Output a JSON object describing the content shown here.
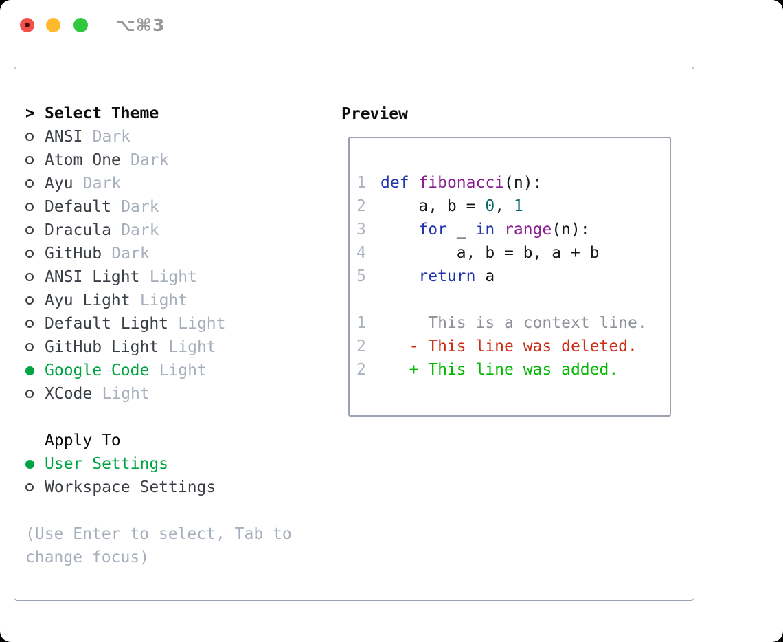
{
  "titlebar": {
    "shortcut": "⌥⌘3"
  },
  "theme_list": {
    "cursor": ">",
    "header": "Select Theme",
    "items": [
      {
        "name": "ANSI",
        "variant": "Dark",
        "selected": false
      },
      {
        "name": "Atom One",
        "variant": "Dark",
        "selected": false
      },
      {
        "name": "Ayu",
        "variant": "Dark",
        "selected": false
      },
      {
        "name": "Default",
        "variant": "Dark",
        "selected": false
      },
      {
        "name": "Dracula",
        "variant": "Dark",
        "selected": false
      },
      {
        "name": "GitHub",
        "variant": "Dark",
        "selected": false
      },
      {
        "name": "ANSI Light",
        "variant": "Light",
        "selected": false
      },
      {
        "name": "Ayu Light",
        "variant": "Light",
        "selected": false
      },
      {
        "name": "Default Light",
        "variant": "Light",
        "selected": false
      },
      {
        "name": "GitHub Light",
        "variant": "Light",
        "selected": false
      },
      {
        "name": "Google Code",
        "variant": "Light",
        "selected": true
      },
      {
        "name": "XCode",
        "variant": "Light",
        "selected": false
      }
    ]
  },
  "apply_to": {
    "label": "Apply To",
    "options": [
      {
        "name": "User Settings",
        "selected": true
      },
      {
        "name": "Workspace Settings",
        "selected": false
      }
    ]
  },
  "hint": {
    "lines": [
      "(Use Enter to select, Tab to",
      "change focus)"
    ]
  },
  "preview": {
    "header": "Preview",
    "lines": [
      {
        "num": "1",
        "segs": [
          {
            "t": "def",
            "c": "kw"
          },
          {
            "t": " ",
            "c": "plain"
          },
          {
            "t": "fibonacci",
            "c": "fn"
          },
          {
            "t": "(n):",
            "c": "plain"
          }
        ]
      },
      {
        "num": "2",
        "segs": [
          {
            "t": "    a, b = ",
            "c": "plain"
          },
          {
            "t": "0",
            "c": "lit"
          },
          {
            "t": ", ",
            "c": "plain"
          },
          {
            "t": "1",
            "c": "lit"
          }
        ]
      },
      {
        "num": "3",
        "segs": [
          {
            "t": "    ",
            "c": "plain"
          },
          {
            "t": "for",
            "c": "kw"
          },
          {
            "t": " _ ",
            "c": "plain"
          },
          {
            "t": "in",
            "c": "kw"
          },
          {
            "t": " ",
            "c": "plain"
          },
          {
            "t": "range",
            "c": "fn"
          },
          {
            "t": "(n):",
            "c": "plain"
          }
        ]
      },
      {
        "num": "4",
        "segs": [
          {
            "t": "        a, b = b, a + b",
            "c": "plain"
          }
        ]
      },
      {
        "num": "5",
        "segs": [
          {
            "t": "    ",
            "c": "plain"
          },
          {
            "t": "return",
            "c": "kw"
          },
          {
            "t": " a",
            "c": "plain"
          }
        ]
      },
      {
        "num": "",
        "segs": []
      },
      {
        "num": "1",
        "segs": [
          {
            "t": "     This is a context line.",
            "c": "ctx"
          }
        ]
      },
      {
        "num": "2",
        "segs": [
          {
            "t": "   - This line was deleted.",
            "c": "del"
          }
        ]
      },
      {
        "num": "2",
        "segs": [
          {
            "t": "   + This line was added.",
            "c": "add"
          }
        ]
      }
    ]
  },
  "colors": {
    "accent-green": "#00a341",
    "add-green": "#00b800",
    "del-red": "#cc2d17",
    "kw": "#2133ad",
    "fn": "#8b1f8f",
    "lit": "#0e6a69",
    "plain": "#15171a",
    "ctx": "#8e9298",
    "gutter": "#a9b2bd",
    "muted": "#a6afbb",
    "dark-text": "#3a3f46",
    "black-text": "#0b0d10",
    "border-panel": "#98a1ac",
    "border-preview": "#9aa3ad",
    "tl-red": "#f4504a",
    "tl-red-dot": "#4a0f0d",
    "tl-yellow": "#fdba2d",
    "tl-green": "#2fc93f",
    "shortcut-gray": "#97979c"
  }
}
